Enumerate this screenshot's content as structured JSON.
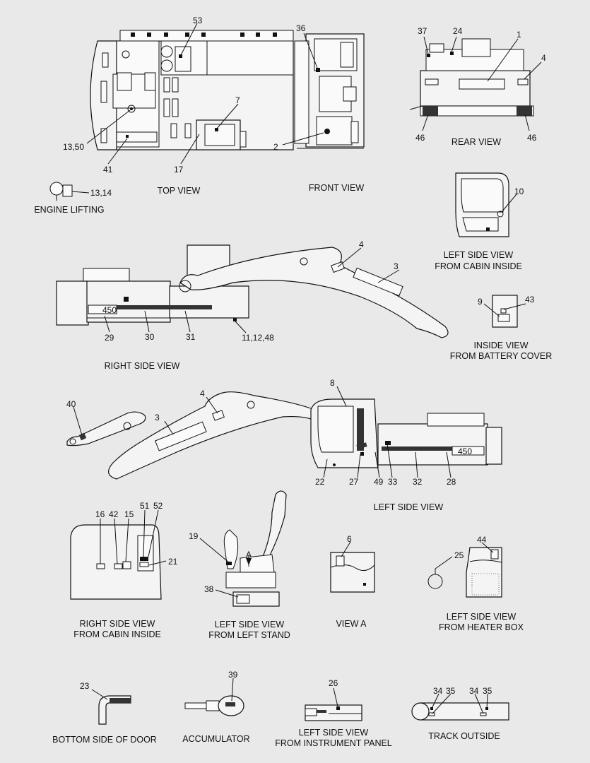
{
  "views": {
    "top": "TOP VIEW",
    "front": "FRONT VIEW",
    "rear": "REAR VIEW",
    "engine_lifting": "ENGINE LIFTING",
    "left_cabin_1": "LEFT SIDE VIEW",
    "left_cabin_2": "FROM CABIN INSIDE",
    "right_side": "RIGHT SIDE VIEW",
    "battery_1": "INSIDE VIEW",
    "battery_2": "FROM BATTERY COVER",
    "left_side": "LEFT SIDE VIEW",
    "right_cabin_1": "RIGHT SIDE VIEW",
    "right_cabin_2": "FROM CABIN INSIDE",
    "left_stand_1": "LEFT SIDE VIEW",
    "left_stand_2": "FROM LEFT STAND",
    "view_a": "VIEW  A",
    "heater_1": "LEFT SIDE VIEW",
    "heater_2": "FROM HEATER BOX",
    "door": "BOTTOM SIDE OF DOOR",
    "accumulator": "ACCUMULATOR",
    "instrument_1": "LEFT SIDE VIEW",
    "instrument_2": "FROM INSTRUMENT PANEL",
    "track": "TRACK OUTSIDE"
  },
  "callouts": {
    "c53": "53",
    "c1350": "13,50",
    "c41": "41",
    "c7": "7",
    "c17": "17",
    "c36": "36",
    "c2": "2",
    "c37": "37",
    "c24": "24",
    "c1": "1",
    "c4r": "4",
    "c46a": "46",
    "c46b": "46",
    "c1314": "13,14",
    "c10": "10",
    "c4": "4",
    "c3": "3",
    "c29": "29",
    "c30": "30",
    "c31": "31",
    "c111248": "11,12,48",
    "c9": "9",
    "c43": "43",
    "c40": "40",
    "c4b": "4",
    "c3b": "3",
    "c8": "8",
    "c22": "22",
    "c27": "27",
    "c49": "49",
    "c33": "33",
    "c32": "32",
    "c28": "28",
    "c16": "16",
    "c42": "42",
    "c15": "15",
    "c51": "51",
    "c52": "52",
    "c21": "21",
    "c19": "19",
    "c38": "38",
    "cA": "A",
    "c6": "6",
    "c44": "44",
    "c25": "25",
    "c23": "23",
    "c39": "39",
    "c26": "26",
    "c34a": "34",
    "c35a": "35",
    "c34b": "34",
    "c35b": "35"
  },
  "machine_badge": "450"
}
